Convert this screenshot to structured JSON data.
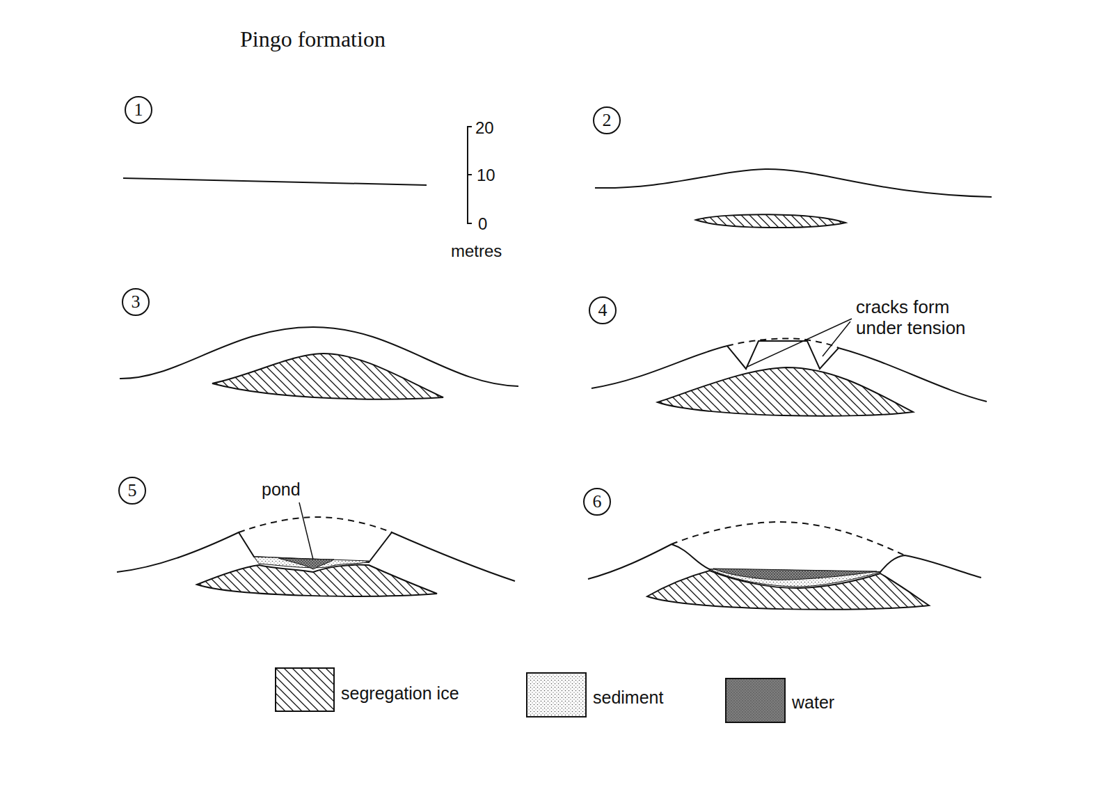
{
  "diagram": {
    "title": "Pingo formation",
    "nodes": [
      {
        "text": [
          "1"
        ]
      },
      {
        "text": [
          "2"
        ]
      },
      {
        "text": [
          "3"
        ]
      },
      {
        "text": [
          "4"
        ]
      },
      {
        "text": [
          "5"
        ]
      },
      {
        "text": [
          "6"
        ]
      }
    ],
    "labels": [
      "20",
      "10",
      "0",
      "metres",
      "cracks form under tension",
      "pond"
    ],
    "legend": [
      {
        "text": "segregation ice"
      },
      {
        "text": "sediment"
      },
      {
        "text": "water",
        "color": "#777777"
      }
    ]
  }
}
